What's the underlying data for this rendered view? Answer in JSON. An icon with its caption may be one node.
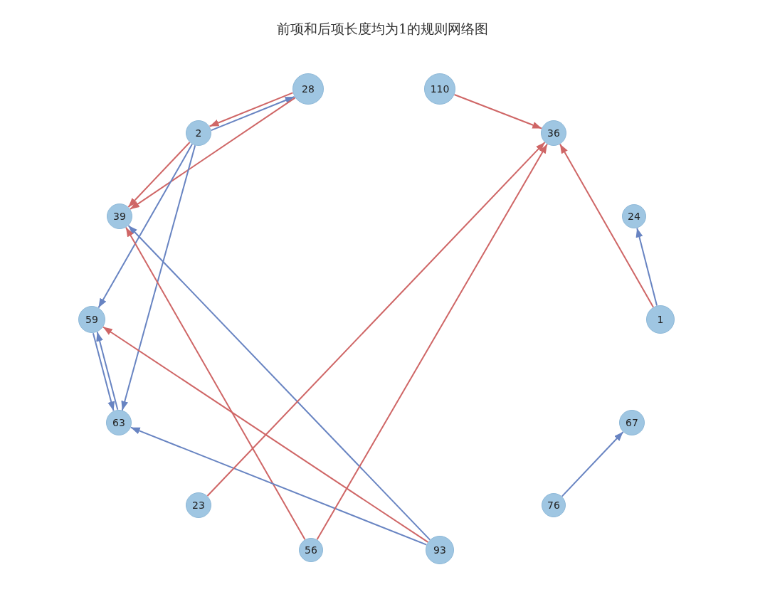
{
  "diagram": {
    "title": "前项和后项长度均为1的规则网络图",
    "nodes": [
      {
        "text": [
          "28"
        ]
      },
      {
        "text": [
          "110"
        ]
      },
      {
        "text": [
          "2"
        ]
      },
      {
        "text": [
          "36"
        ]
      },
      {
        "text": [
          "39"
        ]
      },
      {
        "text": [
          "24"
        ]
      },
      {
        "text": [
          "59"
        ]
      },
      {
        "text": [
          "1"
        ]
      },
      {
        "text": [
          "63"
        ]
      },
      {
        "text": [
          "67"
        ]
      },
      {
        "text": [
          "23"
        ]
      },
      {
        "text": [
          "76"
        ]
      },
      {
        "text": [
          "56"
        ]
      },
      {
        "text": [
          "93"
        ]
      }
    ],
    "edges": [
      {
        "from": 2,
        "to": 0,
        "arrow": "to"
      },
      {
        "from": 0,
        "to": 2,
        "arrow": "to",
        "color": "#cf6666"
      },
      {
        "from": 2,
        "to": 4,
        "arrow": "to",
        "color": "#cf6666"
      },
      {
        "from": 0,
        "to": 4,
        "arrow": "to",
        "color": "#cf6666"
      },
      {
        "from": 2,
        "to": 6,
        "arrow": "to"
      },
      {
        "from": 2,
        "to": 8,
        "arrow": "to"
      },
      {
        "from": 6,
        "to": 8,
        "arrow": "to"
      },
      {
        "from": 8,
        "to": 6,
        "arrow": "to"
      },
      {
        "from": 13,
        "to": 4,
        "arrow": "to"
      },
      {
        "from": 12,
        "to": 4,
        "arrow": "to",
        "color": "#cf6666"
      },
      {
        "from": 13,
        "to": 6,
        "arrow": "to",
        "color": "#cf6666"
      },
      {
        "from": 13,
        "to": 8,
        "arrow": "to"
      },
      {
        "from": 10,
        "to": 3,
        "arrow": "to",
        "color": "#cf6666"
      },
      {
        "from": 12,
        "to": 3,
        "arrow": "to",
        "color": "#cf6666"
      },
      {
        "from": 7,
        "to": 3,
        "arrow": "to",
        "color": "#cf6666"
      },
      {
        "from": 1,
        "to": 3,
        "arrow": "to",
        "color": "#cf6666"
      },
      {
        "from": 7,
        "to": 5,
        "arrow": "to"
      },
      {
        "from": 11,
        "to": 9,
        "arrow": "to"
      }
    ]
  }
}
